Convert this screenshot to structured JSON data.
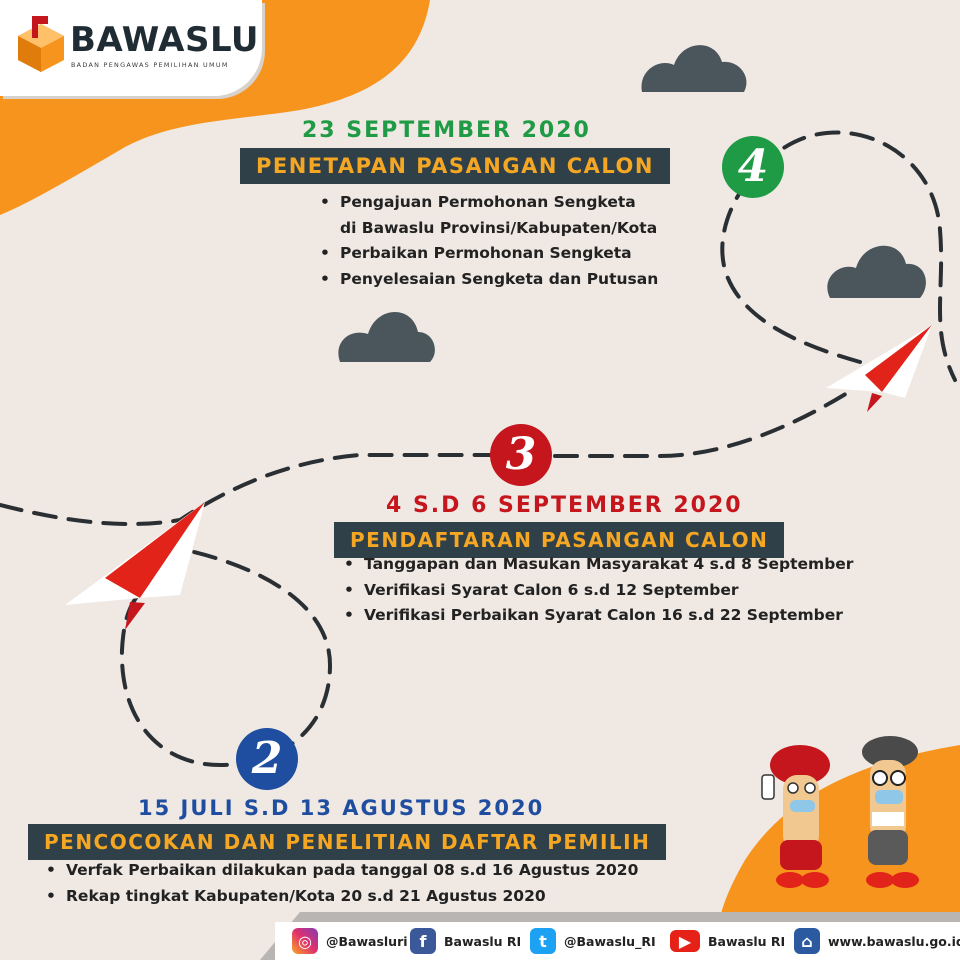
{
  "logo": {
    "name": "BAWASLU",
    "subtitle": "BADAN PENGAWAS PEMILIHAN UMUM"
  },
  "colors": {
    "orange": "#f7941d",
    "dark": "#2f4049",
    "green": "#1f9a45",
    "red": "#c4161c",
    "blue": "#1f4ea0",
    "accent_text": "#f5a623"
  },
  "stages": [
    {
      "number": "4",
      "date": "23 SEPTEMBER 2020",
      "title": "PENETAPAN PASANGAN CALON",
      "items": [
        "Pengajuan Permohonan Sengketa",
        "di Bawaslu Provinsi/Kabupaten/Kota",
        "Perbaikan Permohonan Sengketa",
        "Penyelesaian Sengketa dan Putusan"
      ]
    },
    {
      "number": "3",
      "date": "4 S.D 6 SEPTEMBER 2020",
      "title": "PENDAFTARAN PASANGAN CALON",
      "items": [
        "Tanggapan dan Masukan Masyarakat 4 s.d 8 September",
        "Verifikasi Syarat Calon 6 s.d 12 September",
        "Verifikasi Perbaikan Syarat Calon 16 s.d 22 September"
      ]
    },
    {
      "number": "2",
      "date": "15 JULI S.D 13 AGUSTUS 2020",
      "title": "PENCOCOKAN DAN PENELITIAN DAFTAR PEMILIH",
      "items": [
        "Verfak Perbaikan dilakukan pada tanggal 08 s.d 16 Agustus 2020",
        "Rekap tingkat Kabupaten/Kota 20 s.d 21 Agustus 2020"
      ]
    }
  ],
  "footer": [
    {
      "icon": "instagram-icon",
      "label": "@Bawasluri"
    },
    {
      "icon": "facebook-icon",
      "label": "Bawaslu RI"
    },
    {
      "icon": "twitter-icon",
      "label": "@Bawaslu_RI"
    },
    {
      "icon": "youtube-icon",
      "label": "Bawaslu RI"
    },
    {
      "icon": "home-icon",
      "label": "www.bawaslu.go.id"
    }
  ]
}
